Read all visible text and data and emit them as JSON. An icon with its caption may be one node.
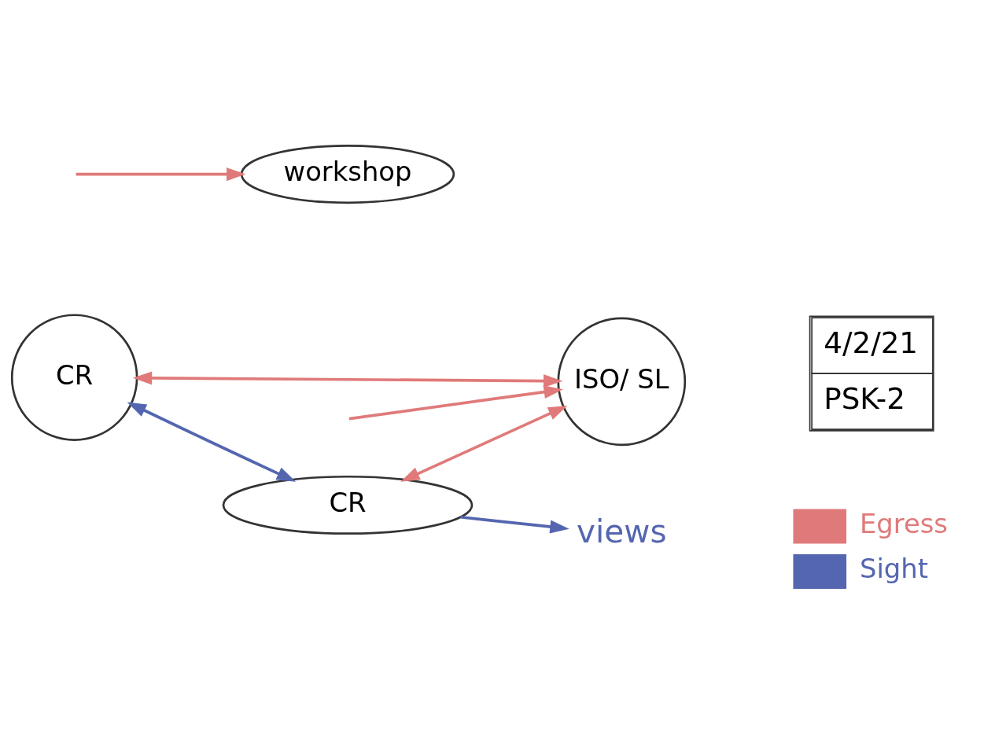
{
  "diagram": {
    "nodes": [
      {
        "text": [
          "CR"
        ]
      },
      {
        "text": [
          "CR"
        ]
      },
      {
        "text": [
          "ISO/ SL"
        ]
      },
      {
        "text": [
          "workshop"
        ]
      },
      {
        "text": [
          "views"
        ]
      }
    ],
    "edges": [
      {
        "from": 0,
        "to": 1,
        "arrow": "both",
        "color": "#5566b0"
      },
      {
        "from": 0,
        "to": 2,
        "arrow": "both"
      },
      {
        "from": 1,
        "to": 2,
        "arrow": "both"
      },
      {
        "from": null,
        "to": 2,
        "arrow": "to"
      },
      {
        "from": null,
        "to": 3,
        "arrow": "to"
      },
      {
        "from": 1,
        "to": 4,
        "arrow": "to",
        "color": "#5566b0"
      }
    ],
    "labels": [
      "4/2/21",
      "PSK-2"
    ],
    "legend": [
      {
        "text": "Egress",
        "color": "#e07a7a"
      },
      {
        "text": "Sight",
        "color": "#5566b0"
      }
    ]
  }
}
